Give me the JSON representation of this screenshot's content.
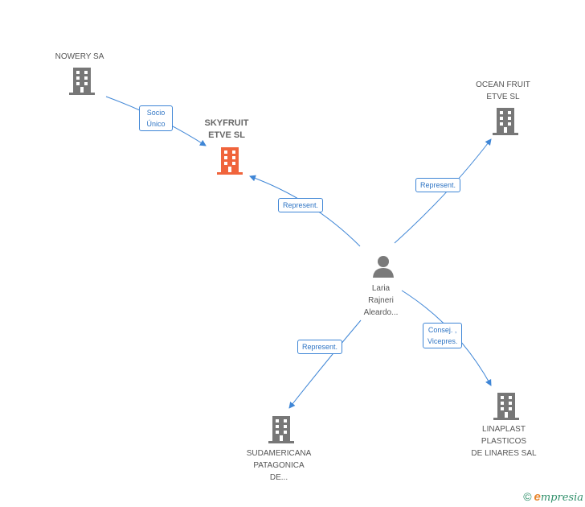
{
  "colors": {
    "line": "#3f86d6",
    "building": "#777777",
    "focus_building": "#f0643c",
    "person": "#7a7a7a",
    "brand": "#2f8f6a",
    "brand_accent": "#e8852c"
  },
  "nodes": {
    "nowery": {
      "label": "NOWERY SA",
      "icon": "building-icon"
    },
    "skyfruit": {
      "label": "SKYFRUIT\nETVE SL",
      "icon": "building-icon"
    },
    "ocean": {
      "label": "OCEAN FRUIT\nETVE SL",
      "icon": "building-icon"
    },
    "person": {
      "label": "Laria\nRajneri\nAleardo...",
      "icon": "person-icon"
    },
    "sudamericana": {
      "label": "SUDAMERICANA\nPATAGONICA\nDE...",
      "icon": "building-icon"
    },
    "linaplast": {
      "label": "LINAPLAST\nPLASTICOS\nDE LINARES SAL",
      "icon": "building-icon"
    }
  },
  "edges": {
    "nowery_skyfruit": "Socio\nÚnico",
    "person_skyfruit": "Represent.",
    "person_ocean": "Represent.",
    "person_sudamericana": "Represent.",
    "person_linaplast": "Consej. ,\nVicepres."
  },
  "footer": {
    "copyright": "©",
    "brand_initial": "e",
    "brand_rest": "mpresia"
  }
}
